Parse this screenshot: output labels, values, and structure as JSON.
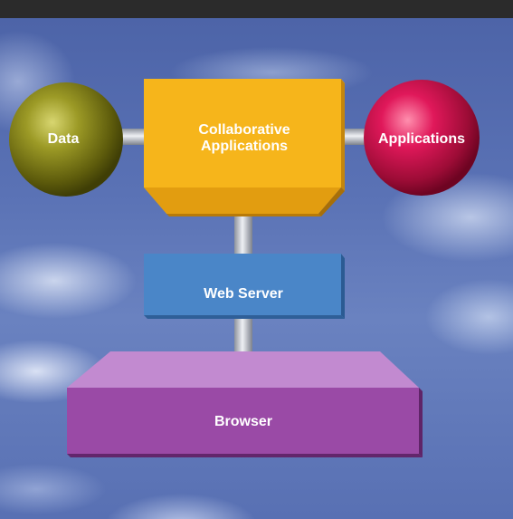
{
  "colors": {
    "sky": "#5a72b5",
    "data_sphere": "#8a8a1e",
    "applications_sphere": "#d8164c",
    "collaborative_box": "#f7b71d",
    "web_server_box": "#4a86c8",
    "browser_box": "#9a4aa6",
    "connector": "#c8ccd4"
  },
  "nodes": {
    "data": {
      "label": "Data",
      "shape": "sphere"
    },
    "collaborative": {
      "line1": "Collaborative",
      "line2": "Applications",
      "shape": "box"
    },
    "applications": {
      "label": "Applications",
      "shape": "sphere"
    },
    "web_server": {
      "label": "Web Server",
      "shape": "box"
    },
    "browser": {
      "label": "Browser",
      "shape": "platform"
    }
  },
  "connections": [
    [
      "data",
      "collaborative"
    ],
    [
      "collaborative",
      "applications"
    ],
    [
      "collaborative",
      "web_server"
    ],
    [
      "web_server",
      "browser"
    ]
  ]
}
